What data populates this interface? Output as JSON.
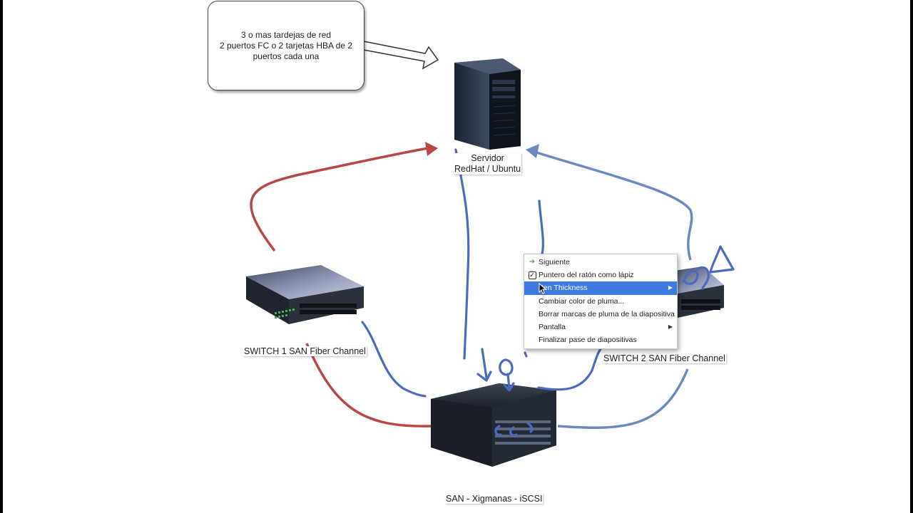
{
  "slide": {
    "callout_lines": [
      "3 o mas tardejas de red",
      "2 puertos FC o 2 tarjetas HBA de 2",
      "puertos cada una"
    ],
    "server_label_lines": [
      "Servidor",
      "RedHat / Ubuntu"
    ],
    "switch1_label": "SWITCH 1 SAN Fiber Channel",
    "switch2_label": "SWITCH 2 SAN Fiber Channel",
    "san_label": "SAN - Xigmanas - iSCSI"
  },
  "colors": {
    "red_link": "#b84848",
    "blue_link": "#6d89c2",
    "pen_ink": "#4c6bbf",
    "menu_highlight": "#3d7be0"
  },
  "context_menu": {
    "items": [
      {
        "label": "Siguiente",
        "icon": "green-arrow-icon",
        "submenu": false,
        "checked": false,
        "active": false
      },
      {
        "label": "Puntero del ratón como lápiz",
        "icon": "checkbox-icon",
        "submenu": false,
        "checked": true,
        "active": false
      },
      {
        "label": "Pen Thickness",
        "icon": "",
        "submenu": true,
        "checked": false,
        "active": true
      },
      {
        "label": "Cambiar color de pluma...",
        "icon": "",
        "submenu": false,
        "checked": false,
        "active": false
      },
      {
        "label": "Borrar marcas de pluma de la diapositiva",
        "icon": "",
        "submenu": false,
        "checked": false,
        "active": false
      },
      {
        "label": "Pantalla",
        "icon": "",
        "submenu": true,
        "checked": false,
        "active": false
      },
      {
        "label": "Finalizar pase de diapositivas",
        "icon": "",
        "submenu": false,
        "checked": false,
        "active": false
      }
    ]
  }
}
